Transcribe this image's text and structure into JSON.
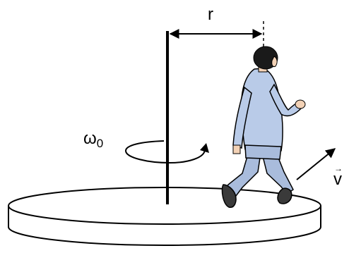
{
  "labels": {
    "radius": "r",
    "omega_symbol": "ω",
    "omega_subscript": "0",
    "velocity": "v",
    "velocity_arrow": "→"
  },
  "colors": {
    "ink": "#000000",
    "shirt": "#b9cbe8",
    "shirt_shade": "#8ea6cf",
    "jeans": "#a9bcdc",
    "hair": "#1a1a1a",
    "skin": "#f3d2b6",
    "shoe": "#3a3a3a"
  },
  "icons": {
    "rotation": "circular-arrow-icon",
    "figure": "walking-person-icon"
  }
}
